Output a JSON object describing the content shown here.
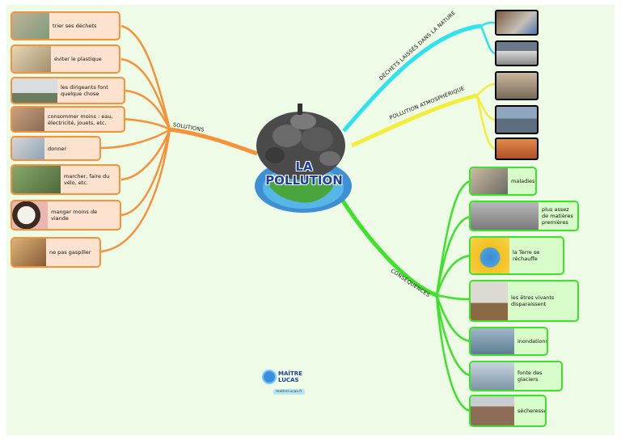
{
  "central": {
    "line1": "LA",
    "line2": "POLLUTION"
  },
  "branches": {
    "solutions": "SOLUTIONS",
    "dechets": "DÉCHETS LAISSÉS DANS LA NATURE",
    "atmos": "POLLUTION ATMOSPHÉRIQUE",
    "consequences": "CONSÉQUENCES"
  },
  "solutions": [
    "trier ses déchets",
    "éviter le plastique",
    "les dirigeants font quelque chose",
    "consommer moins : eau, électricité, jouets, etc.",
    "donner",
    "marcher, faire du vélo, etc.",
    "manger moins de viande",
    "ne pas gaspiller"
  ],
  "consequences": [
    "maladies",
    "plus assez de matières premières",
    "la Terre se réchauffe",
    "les êtres vivants disparaissent",
    "inondations",
    "fonte des glaciers",
    "sécheresse"
  ],
  "logo": {
    "line1": "MAÎTRE",
    "line2": "LUCAS",
    "url": "maitrel.ucas.fr"
  },
  "colors": {
    "solutions": "#f7913a",
    "dechets": "#2fe3ee",
    "atmos": "#f2ee3a",
    "consequences": "#3fe22a",
    "title": "#1b3fa5"
  }
}
